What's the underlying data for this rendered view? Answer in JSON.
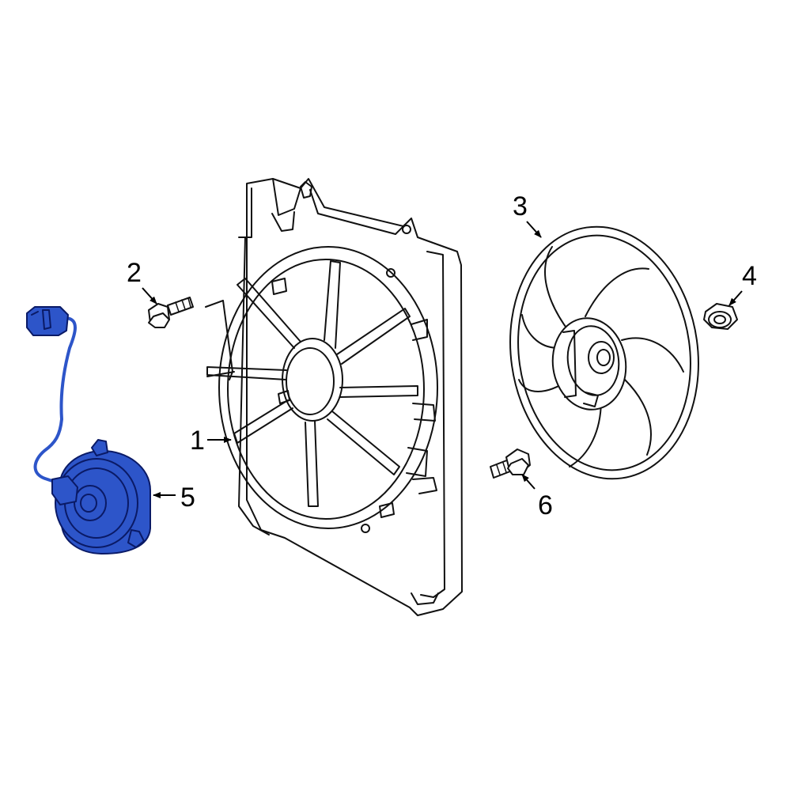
{
  "callouts": {
    "c1": "1",
    "c2": "2",
    "c3": "3",
    "c4": "4",
    "c5": "5",
    "c6": "6"
  },
  "colors": {
    "highlight": "#2d55c9",
    "highlight_outline": "#0a1a66",
    "line": "#111111",
    "background": "#ffffff"
  }
}
